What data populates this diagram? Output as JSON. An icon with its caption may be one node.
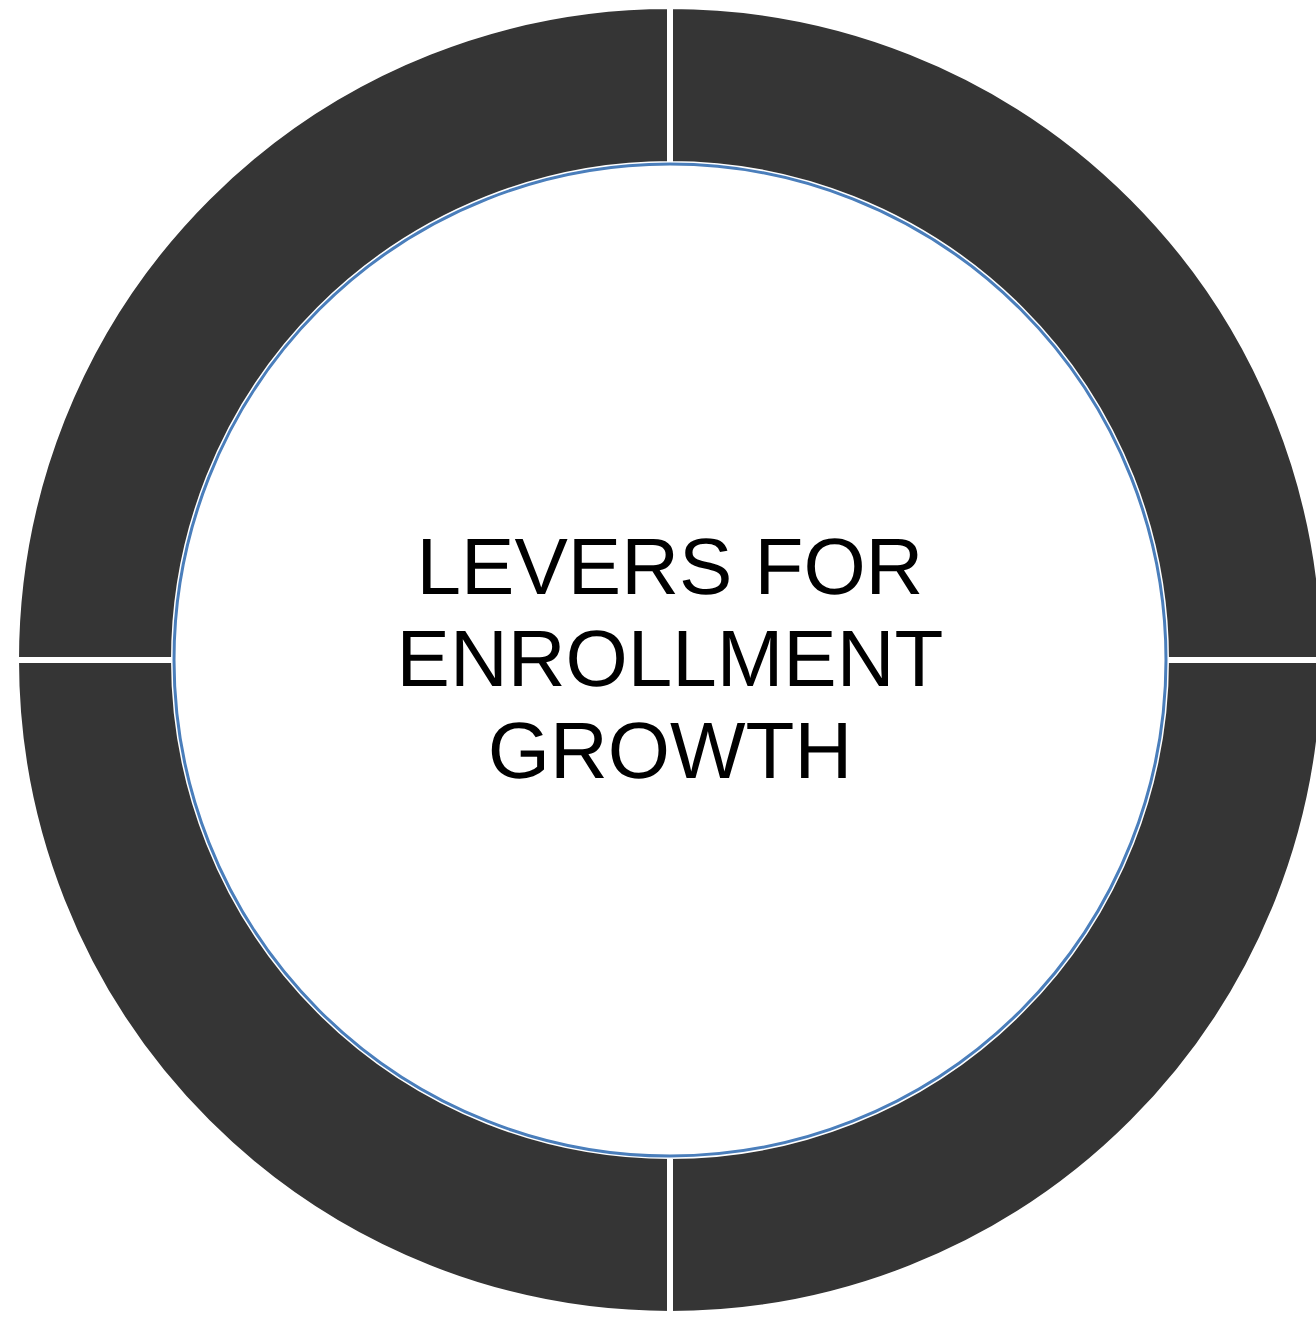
{
  "diagram": {
    "nodes": [
      {
        "text": [
          "LEVERS FOR ENROLLMENT GROWTH"
        ]
      },
      {
        "text": [],
        "shape": "arc"
      },
      {
        "text": [],
        "shape": "arc"
      },
      {
        "text": [],
        "shape": "arc"
      },
      {
        "text": [],
        "shape": "arc"
      }
    ]
  }
}
